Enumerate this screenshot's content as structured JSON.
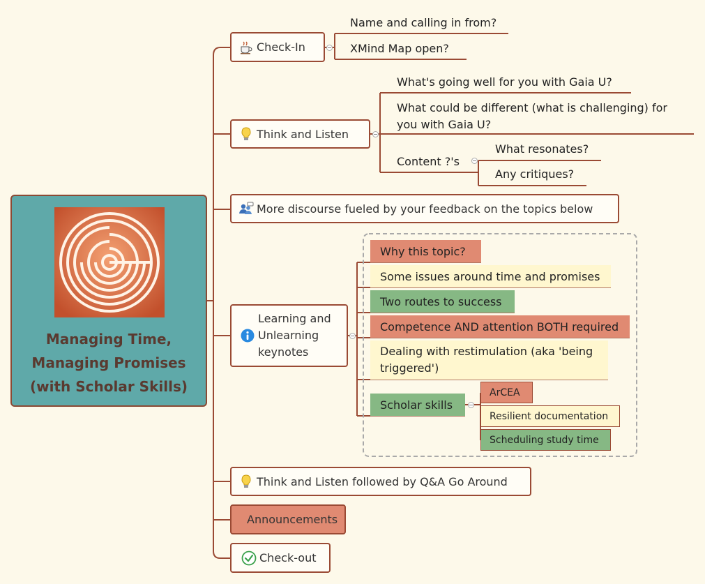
{
  "central": {
    "title_lines": [
      "Managing Time,",
      "Managing Promises",
      "(with Scholar Skills)"
    ],
    "image": "labyrinth-image",
    "colors": {
      "fill": "#5fa9a9",
      "border": "#8b4a34",
      "image": "#d4653f"
    }
  },
  "topics": {
    "checkin": {
      "label": "Check-In",
      "icon": "coffee-cup-icon",
      "children": [
        "Name and calling in from?",
        "XMind Map open?"
      ]
    },
    "think": {
      "label": "Think and Listen",
      "icon": "lightbulb-icon",
      "children": [
        "What's going well for you with Gaia U?",
        "What could be different (what is challenging) for you with Gaia U?"
      ],
      "content": {
        "label": "Content ?'s",
        "children": [
          "What resonates?",
          "Any critiques?"
        ]
      }
    },
    "discourse": {
      "label": "More discourse fueled by your feedback on the topics below",
      "icon": "people-icon"
    },
    "keynotes": {
      "label": "Learning and Unlearning keynotes",
      "icon": "info-icon",
      "items": [
        {
          "label": "Why this topic?",
          "color": "red"
        },
        {
          "label": "Some issues around time and promises",
          "color": "yellow"
        },
        {
          "label": "Two routes to success",
          "color": "green"
        },
        {
          "label": "Competence AND attention BOTH required",
          "color": "red"
        },
        {
          "label": "Dealing with restimulation (aka 'being triggered')",
          "color": "yellow"
        }
      ],
      "scholar": {
        "label": "Scholar skills",
        "color": "green",
        "children": [
          {
            "label": "ArCEA",
            "color": "red"
          },
          {
            "label": "Resilient documentation",
            "color": "yellow"
          },
          {
            "label": "Scheduling study time",
            "color": "green"
          }
        ]
      }
    },
    "qa": {
      "label": "Think and Listen followed by Q&A Go Around",
      "icon": "lightbulb-icon"
    },
    "announcements": {
      "label": "Announcements"
    },
    "checkout": {
      "label": "Check-out",
      "icon": "checkmark-icon"
    }
  },
  "palette": {
    "red": "#e08a72",
    "yellow": "#fff7cf",
    "green": "#86b884",
    "line": "#9a4a34",
    "background": "#fdf9ea"
  }
}
